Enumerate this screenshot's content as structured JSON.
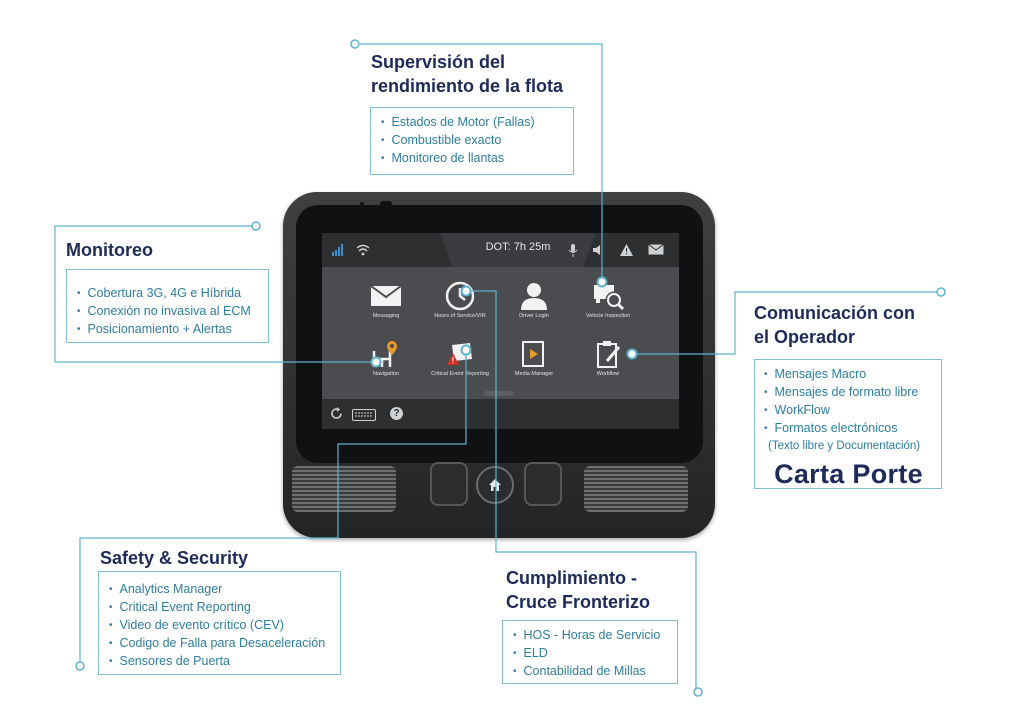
{
  "device": {
    "status_text": "DOT: 7h 25m",
    "apps": [
      {
        "label": "Messaging",
        "icon": "envelope-icon"
      },
      {
        "label": "Hours of Service/VIR",
        "icon": "clock-icon"
      },
      {
        "label": "Driver Login",
        "icon": "person-icon"
      },
      {
        "label": "Vehicle Inspection",
        "icon": "inspection-search-icon"
      },
      {
        "label": "Navigation",
        "icon": "navigation-pin-icon"
      },
      {
        "label": "Critical Event Reporting",
        "icon": "critical-event-icon"
      },
      {
        "label": "Media Manager",
        "icon": "media-icon"
      },
      {
        "label": "Workflow",
        "icon": "clipboard-pen-icon"
      }
    ],
    "help_label": "?"
  },
  "sections": {
    "fleet": {
      "title_line1": "Supervisión del",
      "title_line2": "rendimiento de la flota",
      "items": [
        "Estados de Motor (Fallas)",
        "Combustible exacto",
        "Monitoreo de llantas"
      ]
    },
    "monitoring": {
      "title": "Monitoreo",
      "items": [
        "Cobertura 3G, 4G e Híbrida",
        "Conexión no invasiva al ECM",
        "Posicionamiento + Alertas"
      ]
    },
    "communication": {
      "title_line1": "Comunicación con",
      "title_line2": "el Operador",
      "items": [
        "Mensajes Macro",
        "Mensajes de formato libre",
        "WorkFlow",
        "Formatos electrónicos"
      ],
      "note": "(Texto libre y Documentación)",
      "highlight": "Carta Porte"
    },
    "safety": {
      "title": "Safety & Security",
      "items": [
        "Analytics Manager",
        "Critical Event Reporting",
        "Video de evento crítico (CEV)",
        "Codigo de Falla para Desaceleración",
        "Sensores de Puerta"
      ]
    },
    "compliance": {
      "title_line1": "Cumplimiento -",
      "title_line2": "Cruce Fronterizo",
      "items": [
        "HOS - Horas de Servicio",
        "ELD",
        "Contabilidad de Millas"
      ]
    }
  },
  "colors": {
    "heading": "#1e2a5a",
    "bullet_text": "#2e7ea0",
    "connector": "#5fb3cf",
    "box_border": "#7fc0d6"
  }
}
